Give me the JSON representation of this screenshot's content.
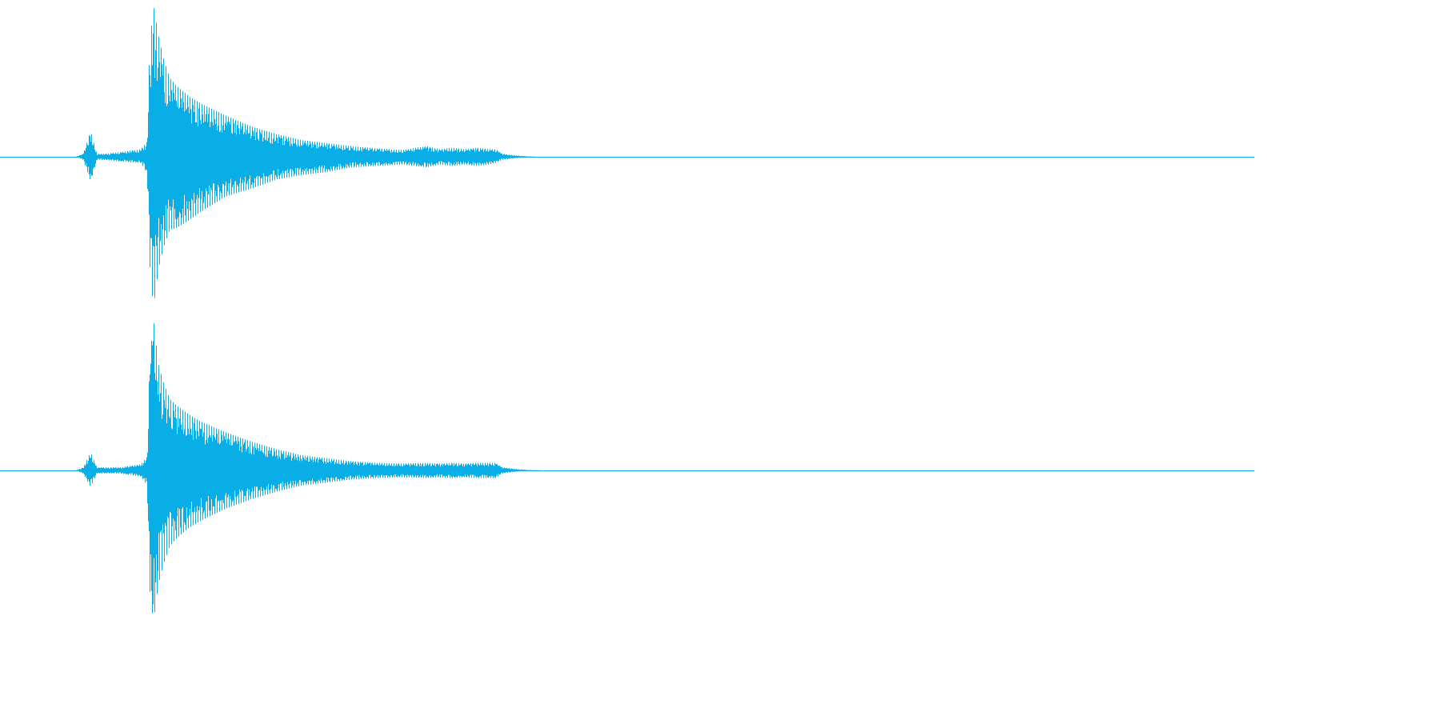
{
  "chart_data": {
    "type": "line",
    "title": "",
    "xlabel": "",
    "ylabel": "",
    "grid": false,
    "legend": "none",
    "color": "#0aaee6",
    "x_range": [
      0,
      1
    ],
    "y_range": [
      -1,
      1
    ],
    "series": [
      {
        "channel": 1,
        "envelope": {
          "x": [
            0.0,
            0.06,
            0.066,
            0.072,
            0.077,
            0.082,
            0.095,
            0.112,
            0.117,
            0.119,
            0.122,
            0.126,
            0.13,
            0.135,
            0.14,
            0.15,
            0.16,
            0.18,
            0.2,
            0.22,
            0.24,
            0.26,
            0.28,
            0.3,
            0.32,
            0.34,
            0.35,
            0.36,
            0.37,
            0.38,
            0.39,
            0.395,
            0.4,
            0.41,
            0.42,
            0.43,
            1.0
          ],
          "upper": [
            0.0,
            0.0,
            0.02,
            0.17,
            0.02,
            0.02,
            0.03,
            0.05,
            0.1,
            0.72,
            1.0,
            0.8,
            0.65,
            0.52,
            0.47,
            0.4,
            0.35,
            0.27,
            0.2,
            0.15,
            0.11,
            0.09,
            0.07,
            0.055,
            0.045,
            0.07,
            0.05,
            0.06,
            0.05,
            0.06,
            0.05,
            0.05,
            0.02,
            0.01,
            0.003,
            0.0,
            0.0
          ],
          "lower": [
            0.0,
            0.0,
            -0.02,
            -0.16,
            -0.02,
            -0.02,
            -0.03,
            -0.04,
            -0.11,
            -0.7,
            -1.0,
            -0.74,
            -0.6,
            -0.48,
            -0.47,
            -0.42,
            -0.36,
            -0.26,
            -0.21,
            -0.15,
            -0.12,
            -0.1,
            -0.07,
            -0.06,
            -0.05,
            -0.07,
            -0.05,
            -0.06,
            -0.05,
            -0.06,
            -0.05,
            -0.04,
            -0.02,
            -0.01,
            -0.003,
            0.0,
            0.0
          ]
        }
      },
      {
        "channel": 2,
        "envelope": {
          "x": [
            0.0,
            0.06,
            0.066,
            0.072,
            0.077,
            0.082,
            0.095,
            0.112,
            0.117,
            0.119,
            0.122,
            0.126,
            0.13,
            0.135,
            0.14,
            0.15,
            0.16,
            0.18,
            0.2,
            0.22,
            0.24,
            0.26,
            0.28,
            0.3,
            0.32,
            0.34,
            0.35,
            0.36,
            0.37,
            0.38,
            0.39,
            0.395,
            0.4,
            0.41,
            0.42,
            0.437,
            1.0
          ],
          "upper": [
            0.0,
            0.0,
            0.02,
            0.12,
            0.02,
            0.02,
            0.02,
            0.04,
            0.09,
            0.7,
            1.0,
            0.7,
            0.58,
            0.47,
            0.43,
            0.37,
            0.32,
            0.25,
            0.19,
            0.14,
            0.1,
            0.08,
            0.06,
            0.05,
            0.045,
            0.05,
            0.045,
            0.05,
            0.045,
            0.05,
            0.05,
            0.05,
            0.02,
            0.01,
            0.003,
            0.0,
            0.0
          ],
          "lower": [
            0.0,
            0.0,
            -0.02,
            -0.11,
            -0.02,
            -0.02,
            -0.02,
            -0.04,
            -0.1,
            -0.78,
            -1.0,
            -0.75,
            -0.62,
            -0.5,
            -0.45,
            -0.38,
            -0.33,
            -0.25,
            -0.19,
            -0.14,
            -0.1,
            -0.08,
            -0.06,
            -0.05,
            -0.045,
            -0.05,
            -0.045,
            -0.05,
            -0.045,
            -0.05,
            -0.05,
            -0.05,
            -0.02,
            -0.01,
            -0.003,
            0.0,
            0.0
          ]
        }
      }
    ]
  }
}
